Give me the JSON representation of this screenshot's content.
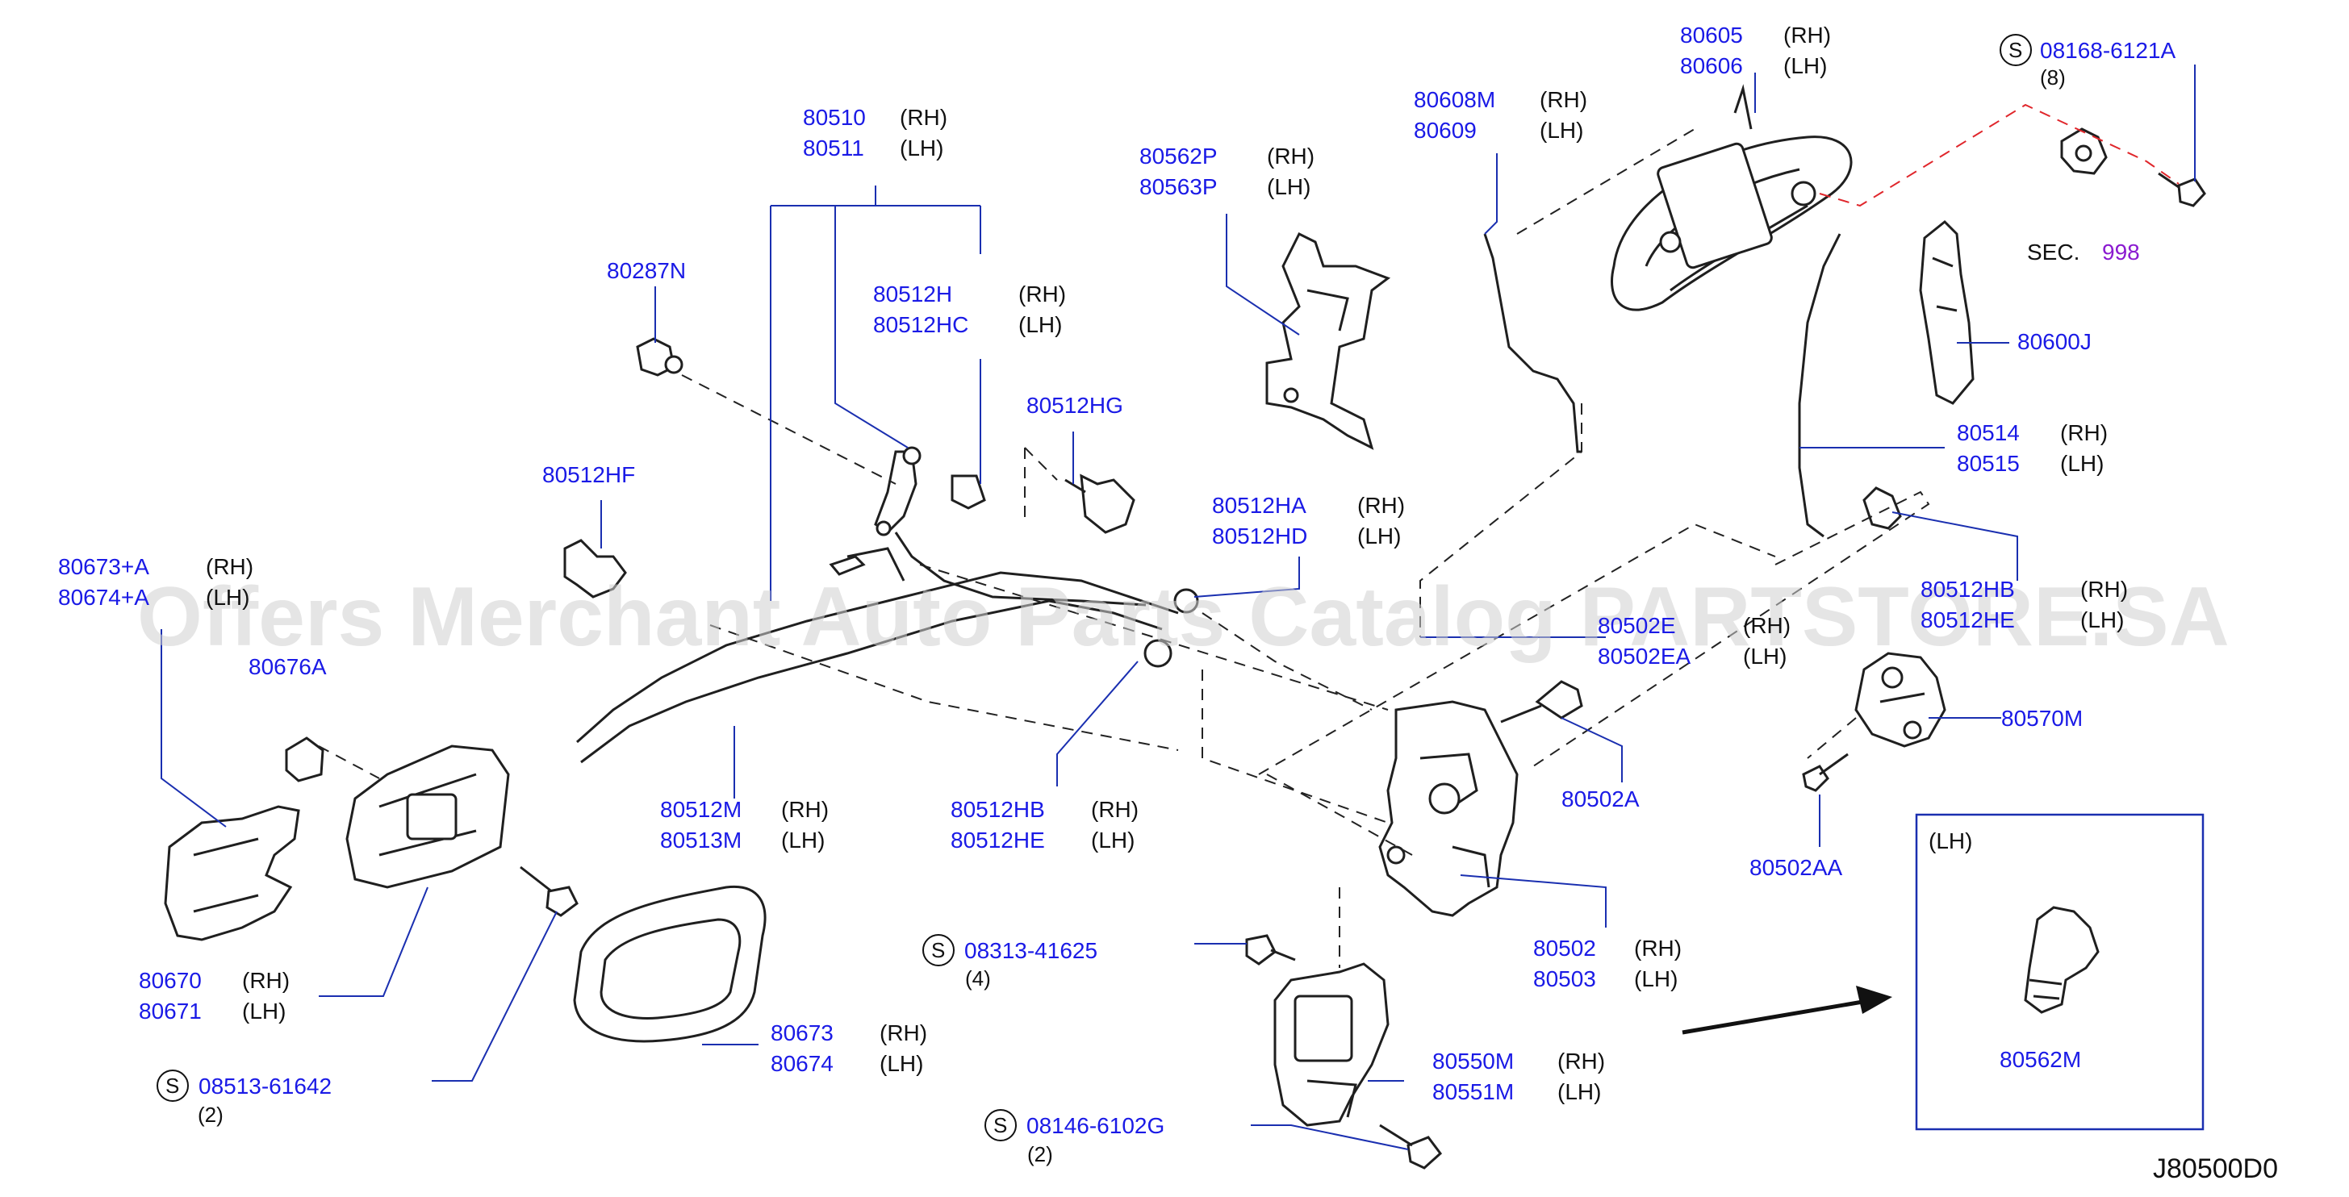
{
  "watermark": "Offers Merchant Auto Parts Catalog PARTSTORE.SA",
  "diagram_code": "J80500D0",
  "inset_label": "(LH)",
  "section_ref": {
    "label": "SEC.",
    "number": "998"
  },
  "callouts": [
    {
      "part": "80510",
      "side": "(RH)"
    },
    {
      "part": "80511",
      "side": "(LH)"
    },
    {
      "part": "80287N"
    },
    {
      "part": "80512H",
      "side": "(RH)"
    },
    {
      "part": "80512HC",
      "side": "(LH)"
    },
    {
      "part": "80512HG"
    },
    {
      "part": "80512HF"
    },
    {
      "part": "80562P",
      "side": "(RH)"
    },
    {
      "part": "80563P",
      "side": "(LH)"
    },
    {
      "part": "80608M",
      "side": "(RH)"
    },
    {
      "part": "80609",
      "side": "(LH)"
    },
    {
      "part": "80605",
      "side": "(RH)"
    },
    {
      "part": "80606",
      "side": "(LH)"
    },
    {
      "part": "08168-6121A",
      "qty": "(8)",
      "standard": "S"
    },
    {
      "part": "80600J"
    },
    {
      "part": "80514",
      "side": "(RH)"
    },
    {
      "part": "80515",
      "side": "(LH)"
    },
    {
      "part": "80673+A",
      "side": "(RH)"
    },
    {
      "part": "80674+A",
      "side": "(LH)"
    },
    {
      "part": "80676A"
    },
    {
      "part": "80512HA",
      "side": "(RH)"
    },
    {
      "part": "80512HD",
      "side": "(LH)"
    },
    {
      "part": "80512HB",
      "side": "(RH)"
    },
    {
      "part": "80512HE",
      "side": "(LH)"
    },
    {
      "part": "80512M",
      "side": "(RH)"
    },
    {
      "part": "80513M",
      "side": "(LH)"
    },
    {
      "part": "80502E",
      "side": "(RH)"
    },
    {
      "part": "80502EA",
      "side": "(LH)"
    },
    {
      "part": "80512HB",
      "side": "(RH)"
    },
    {
      "part": "80512HE",
      "side": "(LH)"
    },
    {
      "part": "80570M"
    },
    {
      "part": "80502A"
    },
    {
      "part": "80502AA"
    },
    {
      "part": "80670",
      "side": "(RH)"
    },
    {
      "part": "80671",
      "side": "(LH)"
    },
    {
      "part": "08513-61642",
      "qty": "(2)",
      "standard": "S"
    },
    {
      "part": "08313-41625",
      "qty": "(4)",
      "standard": "S"
    },
    {
      "part": "80673",
      "side": "(RH)"
    },
    {
      "part": "80674",
      "side": "(LH)"
    },
    {
      "part": "80502",
      "side": "(RH)"
    },
    {
      "part": "80503",
      "side": "(LH)"
    },
    {
      "part": "80550M",
      "side": "(RH)"
    },
    {
      "part": "80551M",
      "side": "(LH)"
    },
    {
      "part": "08146-6102G",
      "qty": "(2)",
      "standard": "S"
    },
    {
      "part": "80562M"
    }
  ]
}
